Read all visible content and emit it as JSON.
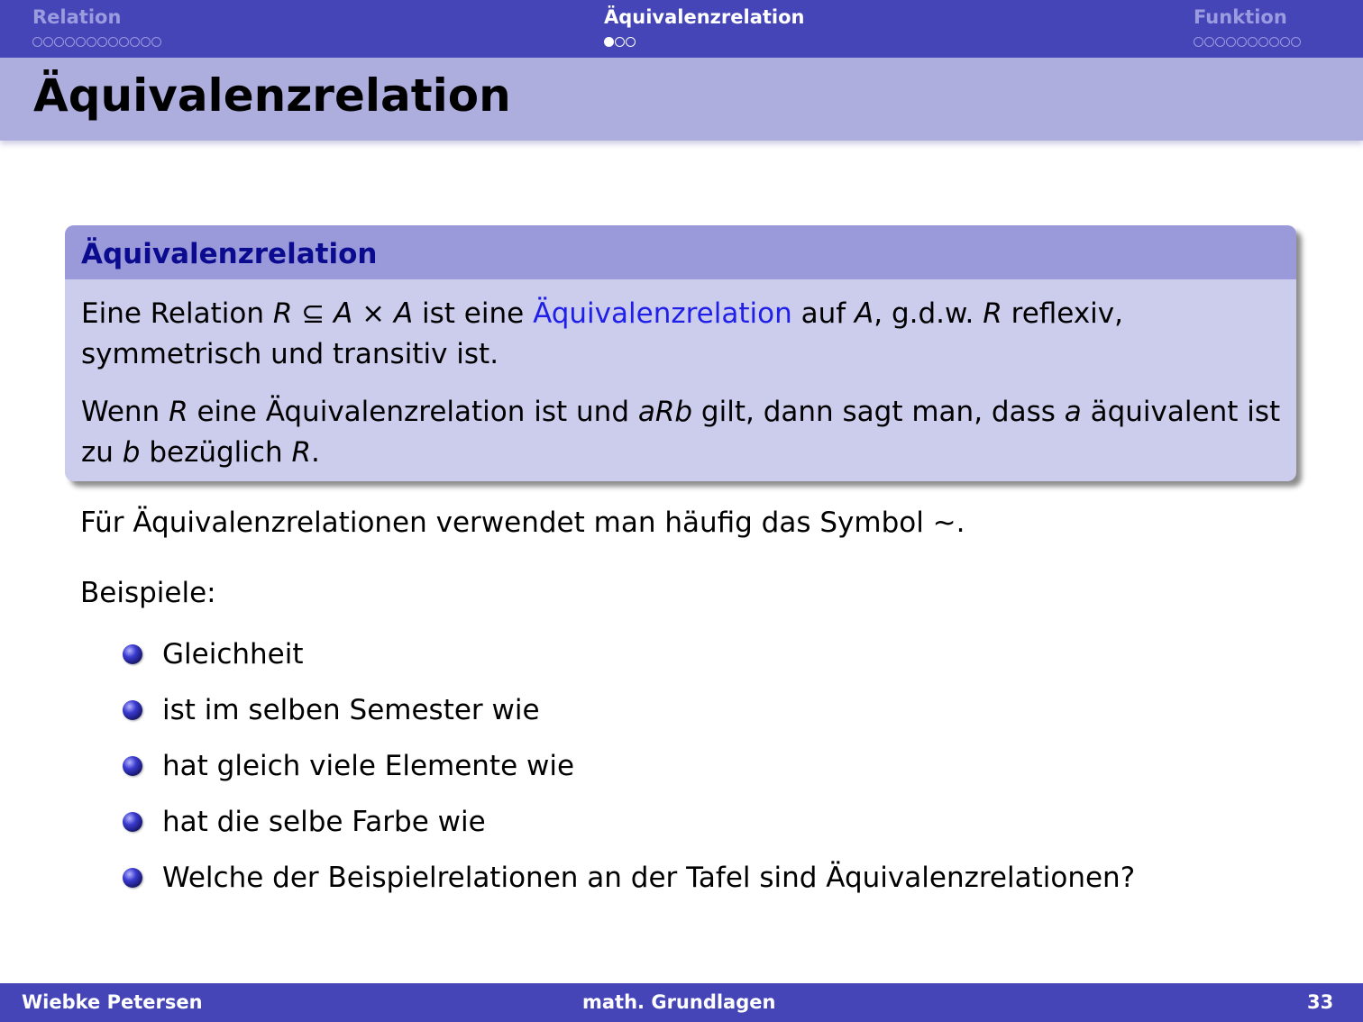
{
  "nav": {
    "sections": [
      {
        "label": "Relation",
        "dots": 12,
        "filled": 0,
        "active": false
      },
      {
        "label": "Äquivalenzrelation",
        "dots": 3,
        "filled": 1,
        "active": true
      },
      {
        "label": "Funktion",
        "dots": 10,
        "filled": 0,
        "active": false
      }
    ]
  },
  "frame": {
    "title": "Äquivalenzrelation"
  },
  "definition": {
    "title": "Äquivalenzrelation",
    "p1": {
      "t1": "Eine Relation ",
      "m1": "R ⊆ A × A",
      "t2": " ist eine ",
      "term": "Äquivalenzrelation",
      "t3": " auf ",
      "m2": "A",
      "t4": ", g.d.w. ",
      "m3": "R",
      "t5": " reflexiv, symmetrisch und transitiv ist."
    },
    "p2": {
      "t1": "Wenn ",
      "m1": "R",
      "t2": " eine Äquivalenzrelation ist und ",
      "m2": "aRb",
      "t3": " gilt, dann sagt man, dass ",
      "m3": "a",
      "t4": " äquivalent ist zu ",
      "m4": "b",
      "t5": " bezüglich ",
      "m5": "R",
      "t6": "."
    }
  },
  "symbol_line": "Für Äquivalenzrelationen verwendet man häufig das Symbol ∼.",
  "examples_label": "Beispiele:",
  "examples": [
    "Gleichheit",
    "ist im selben Semester wie",
    "hat gleich viele Elemente wie",
    "hat die selbe Farbe wie",
    "Welche der Beispielrelationen an der Tafel sind Äquivalenzrelationen?"
  ],
  "footer": {
    "author": "Wiebke Petersen",
    "course": "math.  Grundlagen",
    "page": "33"
  },
  "colors": {
    "header_bar": "#4545b8",
    "title_band": "#adadde",
    "block_head": "#9a9adb",
    "block_body": "#cccced",
    "highlight": "#1f1fe8"
  }
}
